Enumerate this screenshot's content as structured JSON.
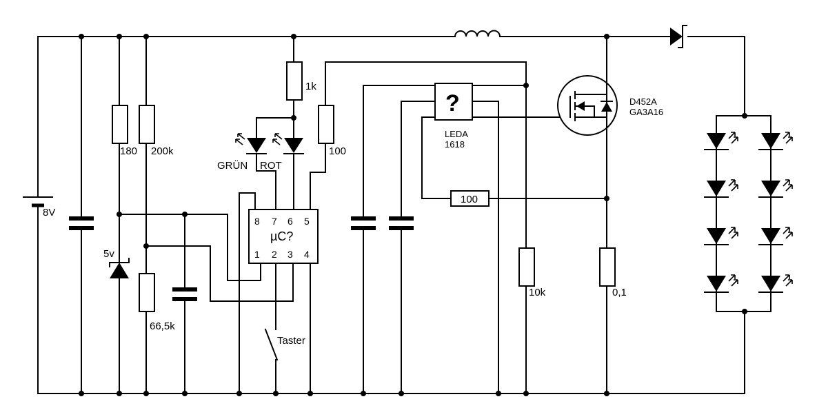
{
  "battery": {
    "label": "8V"
  },
  "resistors": {
    "r_180": "180",
    "r_200k": "200k",
    "r_66k": "66,5k",
    "r_1k": "1k",
    "r_100_top": "100",
    "r_100_feedback": "100",
    "r_10k": "10k",
    "r_shunt": "0,1"
  },
  "zener": {
    "label": "5v"
  },
  "status_leds": {
    "green": "GRÜN",
    "red": "ROT"
  },
  "microcontroller": {
    "label": "µC?",
    "pins_top": [
      "8",
      "7",
      "6",
      "5"
    ],
    "pins_bottom": [
      "1",
      "2",
      "3",
      "4"
    ]
  },
  "switch": {
    "label": "Taster"
  },
  "driver_ic": {
    "symbol": "?",
    "name": "LEDA",
    "number": "1618"
  },
  "mosfet": {
    "line1": "D452A",
    "line2": "GA3A16"
  }
}
